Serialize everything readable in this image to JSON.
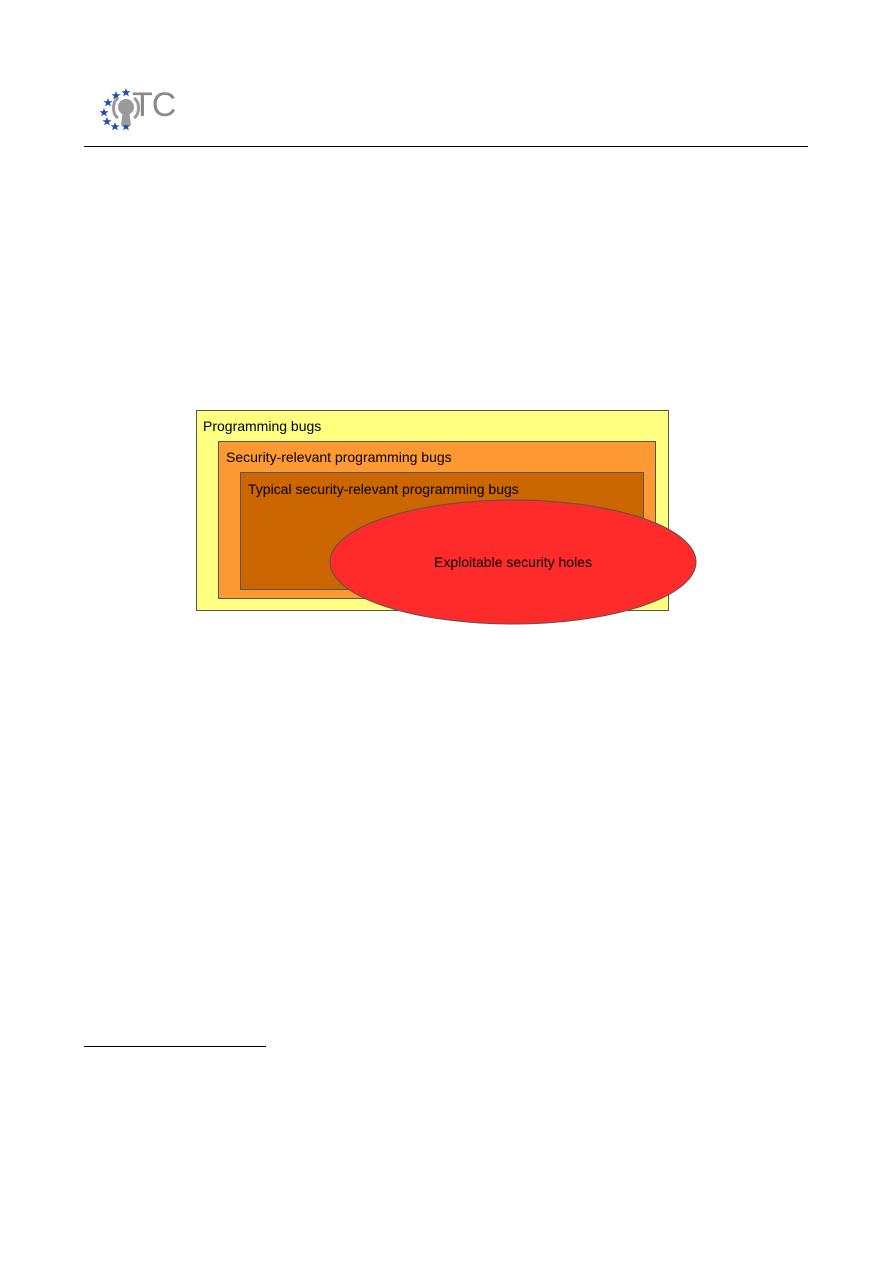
{
  "header": {
    "logo_text": "TC",
    "colors": {
      "star_blue": "#1f4fb0",
      "keyhole_gray": "#8a8a8a"
    },
    "icon": "keyhole-stars-logo"
  },
  "diagram": {
    "programming_bugs": "Programming bugs",
    "security_relevant": "Security-relevant programming bugs",
    "typical_security_relevant": "Typical security-relevant programming bugs",
    "exploitable_holes": "Exploitable security holes",
    "colors": {
      "outer_fill": "#ffff80",
      "middle_fill": "#ff9933",
      "inner_fill": "#cc6600",
      "ellipse_fill": "#ff2a2a",
      "border": "#555555"
    }
  }
}
